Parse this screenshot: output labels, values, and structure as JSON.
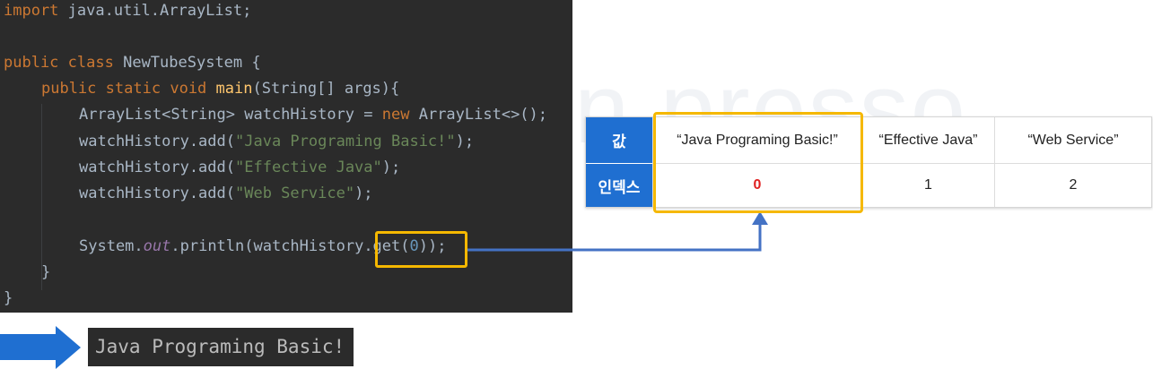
{
  "code": {
    "import_kw": "import",
    "import_path": " java.util.ArrayList;",
    "public_kw": "public",
    "class_kw": "class",
    "class_name": " NewTubeSystem {",
    "static_kw": "static",
    "void_kw": "void",
    "main_name": "main",
    "main_params": "(String[] args){",
    "arraylist_decl": "ArrayList<String> watchHistory = ",
    "new_kw": "new",
    "arraylist_ctor": " ArrayList<>();",
    "add_call": "watchHistory.add(",
    "add_1": "\"Java Programing Basic!\"",
    "add_2": "\"Effective Java\"",
    "add_3": "\"Web Service\"",
    "add_end": ");",
    "system": "System.",
    "out": "out",
    "println": ".println(watchHistory",
    "get": ".get(",
    "get_index": "0",
    "get_end": "));",
    "close_method": "}",
    "close_class": "}"
  },
  "console": {
    "output": "Java Programing Basic!"
  },
  "table": {
    "value_header": "값",
    "index_header": "인덱스",
    "values": [
      "“Java Programing Basic!”",
      "“Effective Java”",
      "“Web Service”"
    ],
    "indexes": [
      "0",
      "1",
      "2"
    ]
  },
  "colors": {
    "highlight": "#f5b800",
    "connector": "#4472c4",
    "header_blue": "#1f6fd1",
    "active_index": "#e02020"
  }
}
